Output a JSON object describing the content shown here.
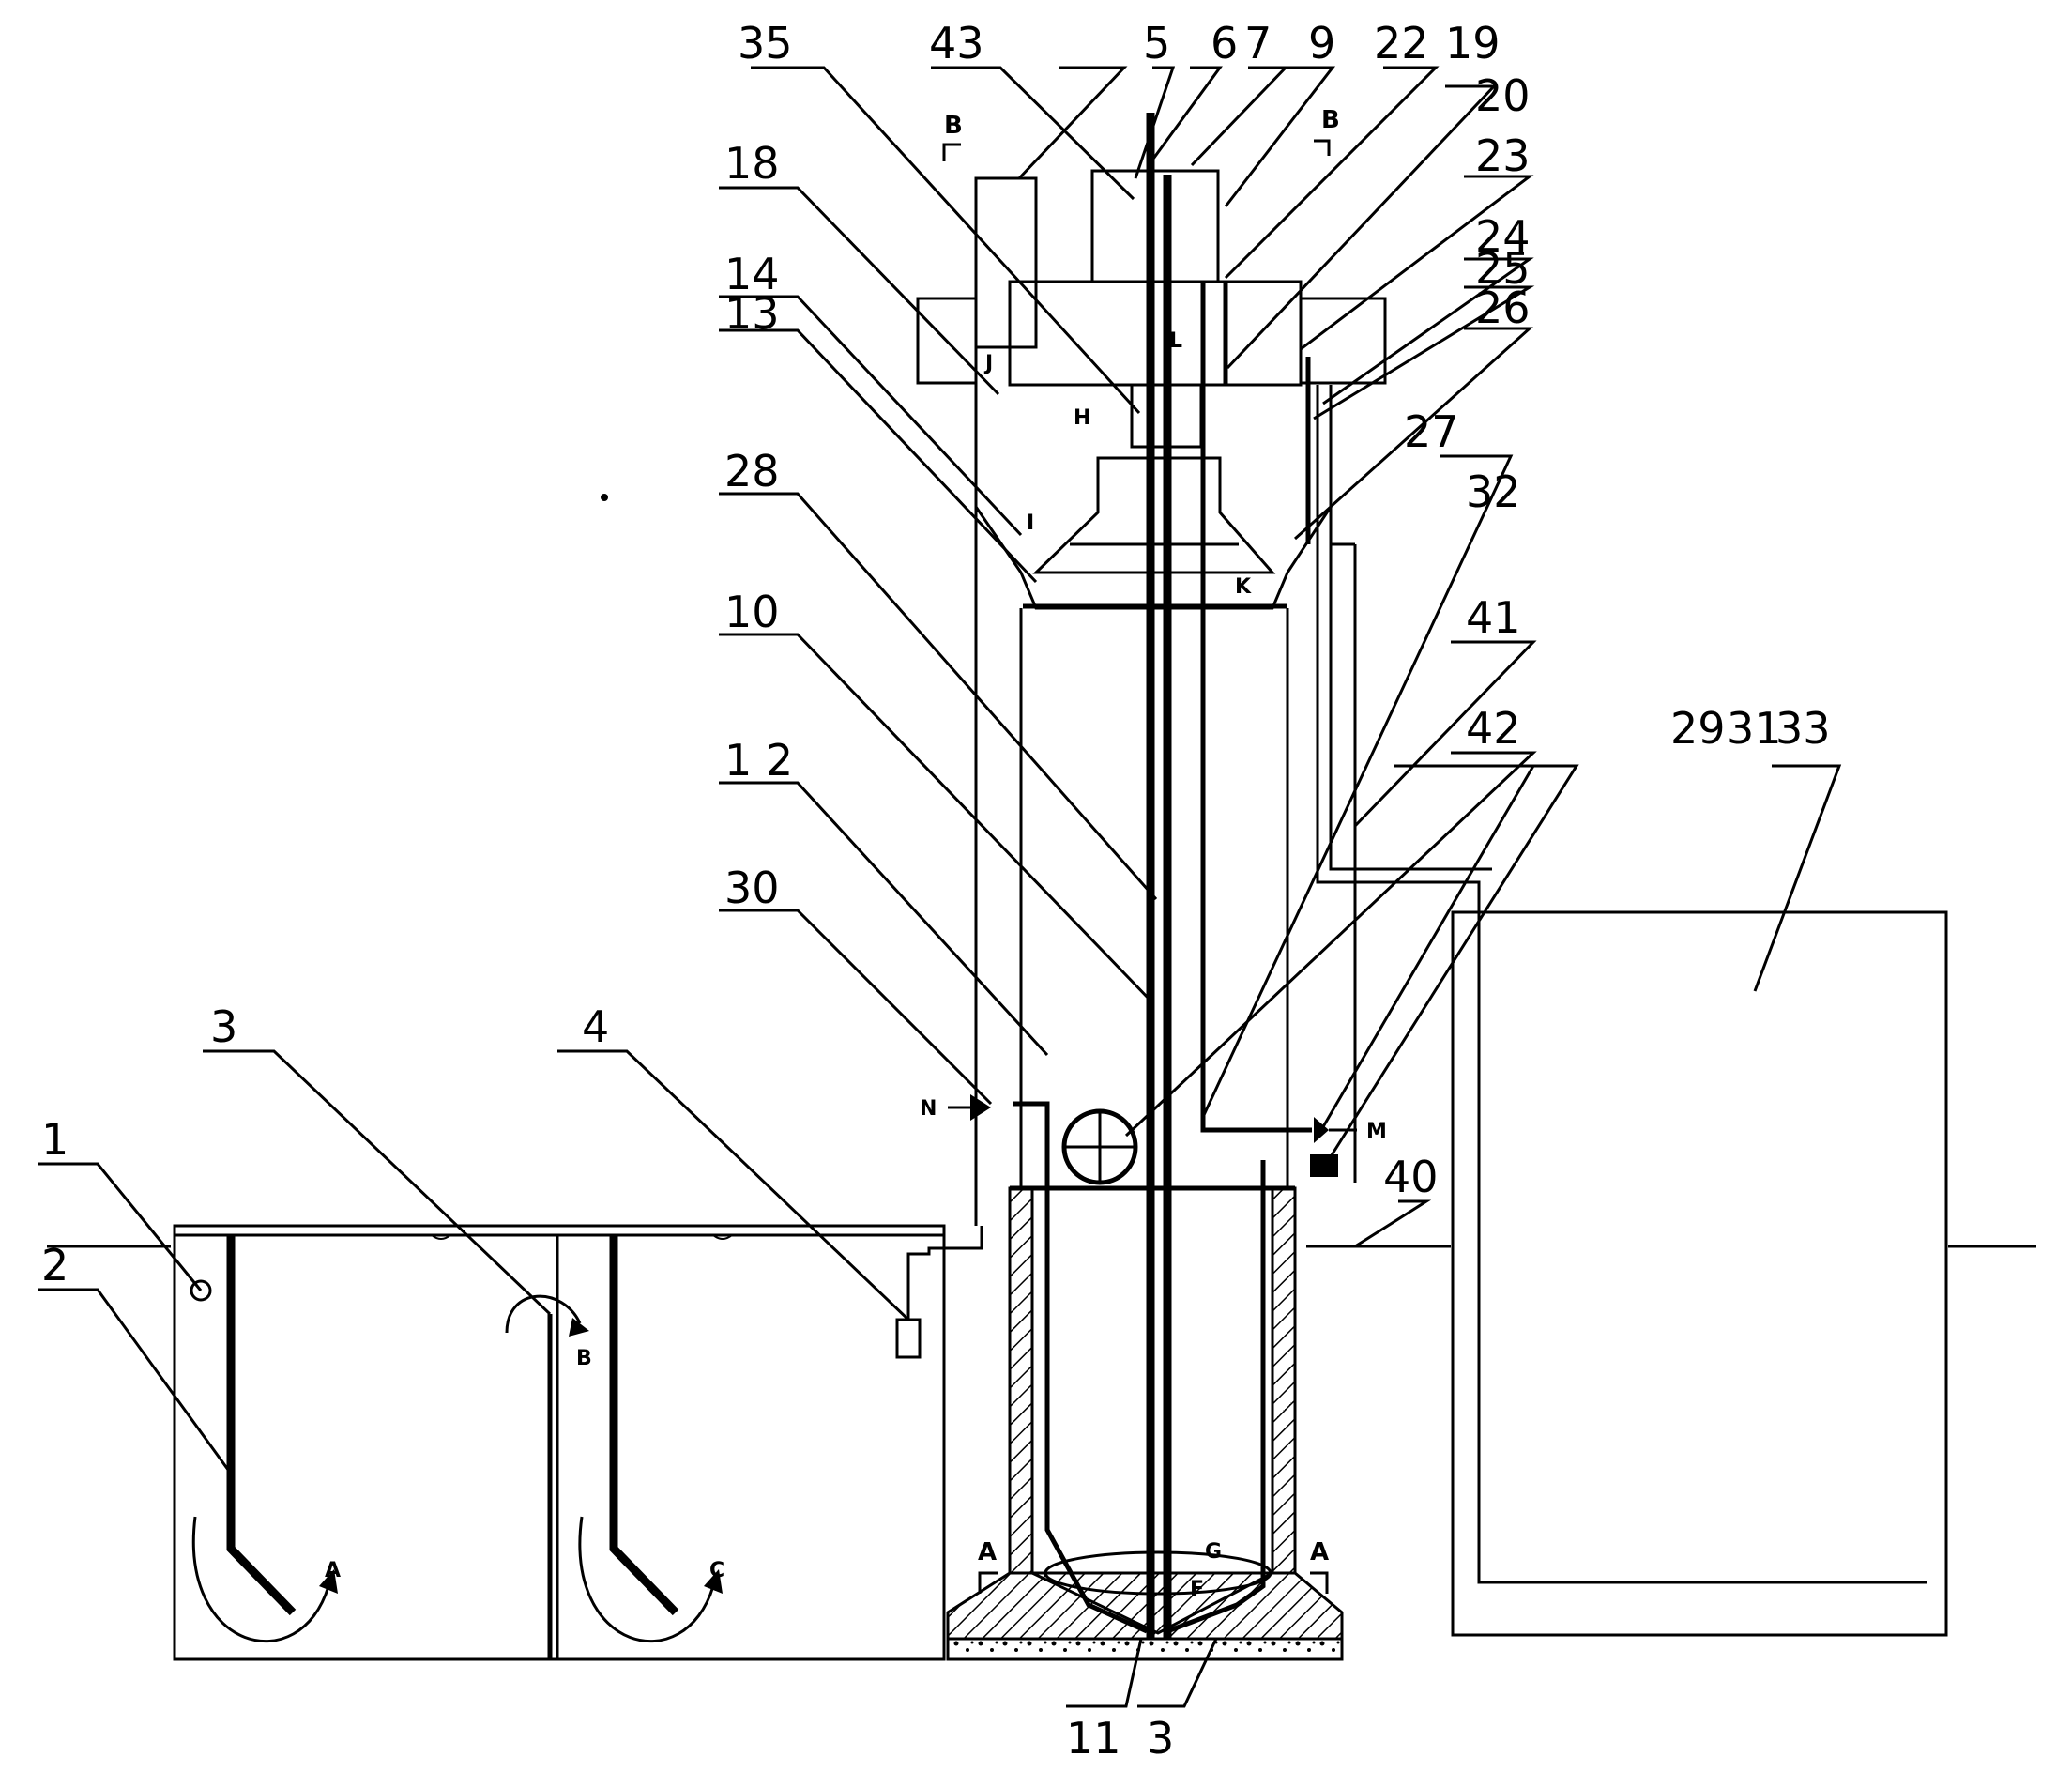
{
  "labels": {
    "top": [
      "35",
      "43",
      "5",
      "6",
      "7",
      "9",
      "22",
      "19",
      "20",
      "23",
      "24",
      "25",
      "26"
    ],
    "left": [
      "18",
      "14",
      "13",
      "28",
      "10",
      "1 2",
      "30",
      "3",
      "4",
      "1",
      "2"
    ],
    "right": [
      "27",
      "32",
      "41",
      "42",
      "29",
      "31",
      "33",
      "40"
    ],
    "bottom": [
      "11",
      "3"
    ]
  },
  "flow_letters": {
    "A": "A",
    "B": "B",
    "C": "C",
    "F": "F",
    "G": "G",
    "H": "H",
    "I": "I",
    "J": "J",
    "K": "K",
    "L": "L",
    "M": "M",
    "N": "N"
  },
  "section_marks": {
    "B": "B",
    "A": "A"
  }
}
